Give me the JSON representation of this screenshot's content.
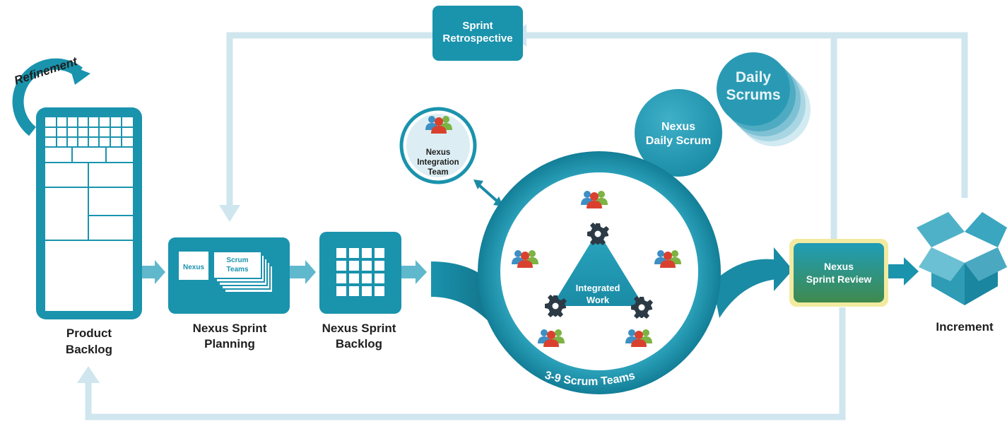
{
  "labels": {
    "refinement": "Refinement",
    "product_backlog_line1": "Product",
    "product_backlog_line2": "Backlog",
    "nexus_tag": "Nexus",
    "scrum_teams_line1": "Scrum",
    "scrum_teams_line2": "Teams",
    "sprint_planning_line1": "Nexus Sprint",
    "sprint_planning_line2": "Planning",
    "sprint_backlog_line1": "Nexus Sprint",
    "sprint_backlog_line2": "Backlog",
    "retrospective_line1": "Sprint",
    "retrospective_line2": "Retrospective",
    "integration_team_line1": "Nexus",
    "integration_team_line2": "Integration",
    "integration_team_line3": "Team",
    "daily_scrums_line1": "Daily",
    "daily_scrums_line2": "Scrums",
    "nexus_daily_scrum_line1": "Nexus",
    "nexus_daily_scrum_line2": "Daily Scrum",
    "integrated_work_line1": "Integrated",
    "integrated_work_line2": "Work",
    "scrum_teams_count": "3-9 Scrum Teams",
    "sprint_review_line1": "Nexus",
    "sprint_review_line2": "Sprint Review",
    "increment": "Increment"
  },
  "colors": {
    "teal": "#1a93ad",
    "teal_dark": "#137e97",
    "teal_light": "#5fb8cc",
    "arrow_light": "#cfe6ee",
    "gear": "#2b3a44",
    "person_red": "#d9412e",
    "person_green": "#7cb342",
    "person_blue": "#3d8fc4",
    "review_border": "#f2eaa0"
  },
  "icons": [
    "refinement-cycle-icon",
    "gear-icon",
    "people-icon",
    "open-box-icon"
  ]
}
